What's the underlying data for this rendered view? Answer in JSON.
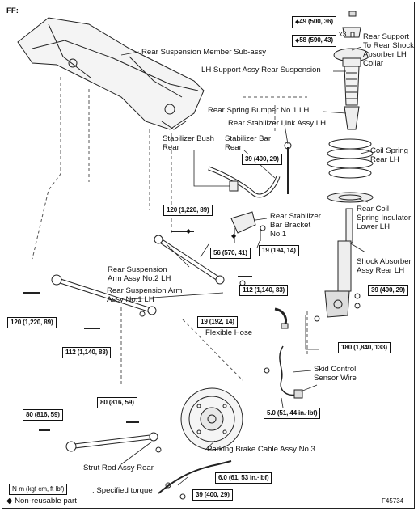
{
  "corner_tag": "FF:",
  "figure_code": "F45734",
  "labels": {
    "member_sub": "Rear Suspension Member Sub-assy",
    "support_assy": "Rear Support\nTo Rear Shock\nAbsorber LH\nCollar",
    "support_lh": "LH Support Assy Rear Suspension",
    "bumper": "Rear Spring Bumper No.1 LH",
    "stab_link": "Rear Stabilizer Link Assy LH",
    "coil_spring": "Coil Spring\nRear LH",
    "stab_bush": "Stabilizer Bush\nRear",
    "stab_bar": "Stabilizer Bar\nRear",
    "insulator": "Rear Coil\nSpring Insulator\nLower LH",
    "stab_bracket": "Rear Stabilizer\nBar Bracket\nNo.1",
    "arm2": "Rear Suspension\nArm Assy No.2 LH",
    "arm1": "Rear Suspension Arm\nAssy No.1 LH",
    "shock": "Shock Absorber\nAssy Rear LH",
    "flex_hose": "Flexible Hose",
    "skid_sensor": "Skid Control\nSensor Wire",
    "strut_rod": "Strut Rod Assy Rear",
    "parking_cable": "Parking Brake Cable Assy No.3",
    "x3": "x3"
  },
  "torques": {
    "t_49": "49 (500, 36)",
    "t_58": "58 (590, 43)",
    "t_39_link": "39 (400, 29)",
    "t_120_top": "120 (1,220, 89)",
    "t_56": "56 (570, 41)",
    "t_19_bracket": "19 (194, 14)",
    "t_39_shock": "39 (400, 29)",
    "t_112_right": "112 (1,140, 83)",
    "t_120_left": "120 (1,220, 89)",
    "t_19_hose": "19 (192, 14)",
    "t_112_left": "112 (1,140, 83)",
    "t_180": "180 (1,840, 133)",
    "t_80_mid": "80 (816, 59)",
    "t_80_left": "80 (816, 59)",
    "t_5": "5.0 (51, 44 in.·lbf)",
    "t_6": "6.0 (61, 53 in.·lbf)",
    "t_39_bottom": "39 (400, 29)"
  },
  "legend": {
    "unit_box": "N·m (kgf·cm, ft·lbf)",
    "unit_desc": ": Specified torque",
    "nonreuse_symbol": "◆",
    "nonreuse_desc": "Non-reusable part"
  }
}
